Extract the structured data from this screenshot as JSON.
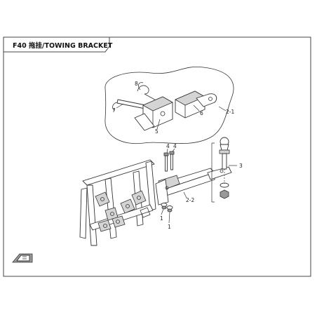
{
  "title": "F40 拖挂/TOWING BRACKET",
  "callouts": {
    "c8": "8",
    "c7": "7",
    "c5": "5",
    "c6": "6",
    "c2_1": "2-1",
    "c4a": "4",
    "c4b": "4",
    "c3": "3",
    "c2_2": "2-2",
    "c1a": "1",
    "c1b": "1"
  },
  "icons": {
    "front": "front-direction-icon"
  }
}
